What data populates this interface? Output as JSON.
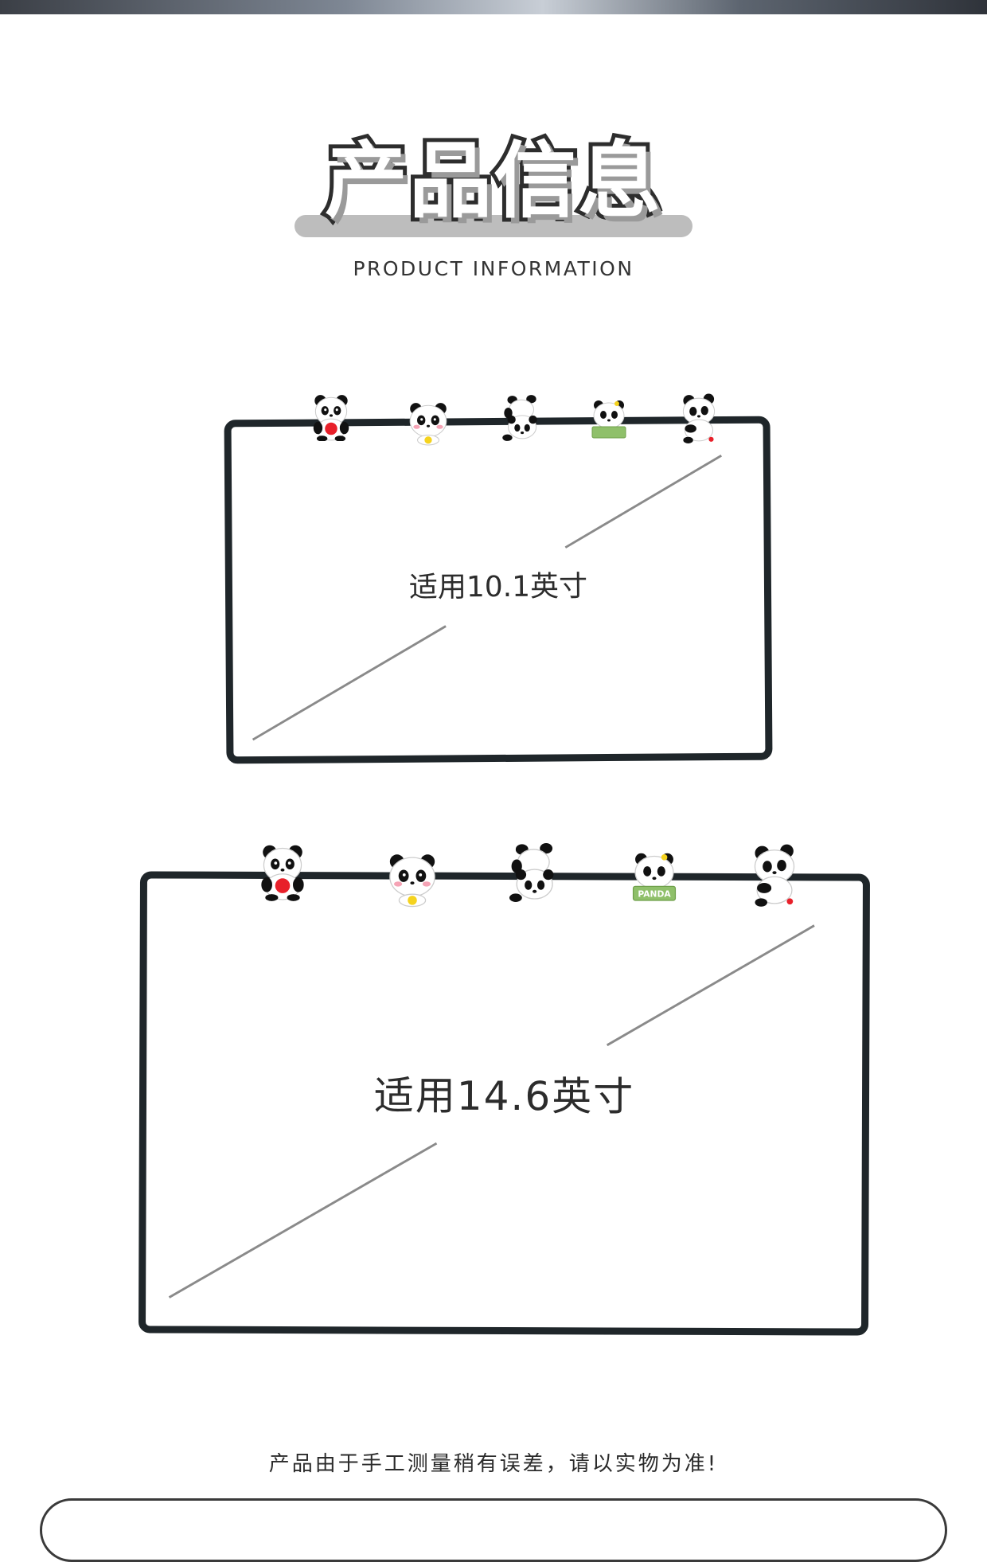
{
  "header": {
    "title_cn": "产品信息",
    "title_en": "PRODUCT INFORMATION"
  },
  "frames": [
    {
      "label": "适用10.1英寸",
      "clips": [
        "panda-apple-icon",
        "panda-flower-icon",
        "panda-headstand-icon",
        "panda-sign-icon",
        "panda-hug-icon"
      ]
    },
    {
      "label": "适用14.6英寸",
      "clips": [
        "panda-apple-icon",
        "panda-flower-icon",
        "panda-headstand-icon",
        "panda-sign-icon",
        "panda-hug-icon"
      ],
      "sign_text": "PANDA"
    }
  ],
  "footer": {
    "note": "产品由于手工测量稍有误差，请以实物为准!"
  },
  "colors": {
    "frame": "#1f262a",
    "panda_black": "#111111",
    "panda_white": "#ffffff",
    "blush": "#f5a3b5",
    "apple": "#e8202a",
    "flower": "#f5d31f",
    "sign": "#8fc06a"
  }
}
